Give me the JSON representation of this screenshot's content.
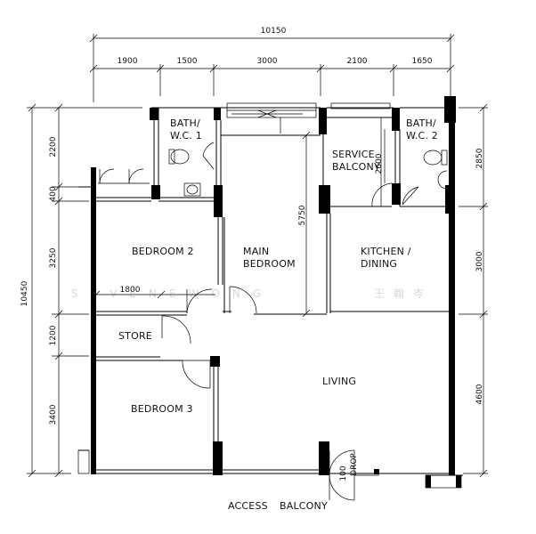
{
  "dimensions": {
    "top_total": "10150",
    "top": [
      "1900",
      "1500",
      "3000",
      "2100",
      "1650"
    ],
    "left_total": "10450",
    "left": [
      "2200",
      "400",
      "3250",
      "1200",
      "3400"
    ],
    "right": [
      "2850",
      "3000",
      "4600"
    ],
    "inner_1800": "1800",
    "inner_5750": "5750",
    "inner_2600": "2600",
    "inner_100": "100"
  },
  "rooms": {
    "bath1_line1": "BATH/",
    "bath1_line2": "W.C. 1",
    "bath2_line1": "BATH/",
    "bath2_line2": "W.C. 2",
    "service_line1": "SERVICE",
    "service_line2": "BALCONY",
    "bedroom2": "BEDROOM 2",
    "main_line1": "MAIN",
    "main_line2": "BEDROOM",
    "kitchen_line1": "KITCHEN  /",
    "kitchen_line2": "DINING",
    "store": "STORE",
    "living": "LIVING",
    "bedroom3": "BEDROOM 3",
    "drop": "DROP",
    "access": "ACCESS",
    "balcony": "BALCONY"
  },
  "watermark": {
    "latin": "SEVENEWONG",
    "chinese": "王翰岑"
  }
}
